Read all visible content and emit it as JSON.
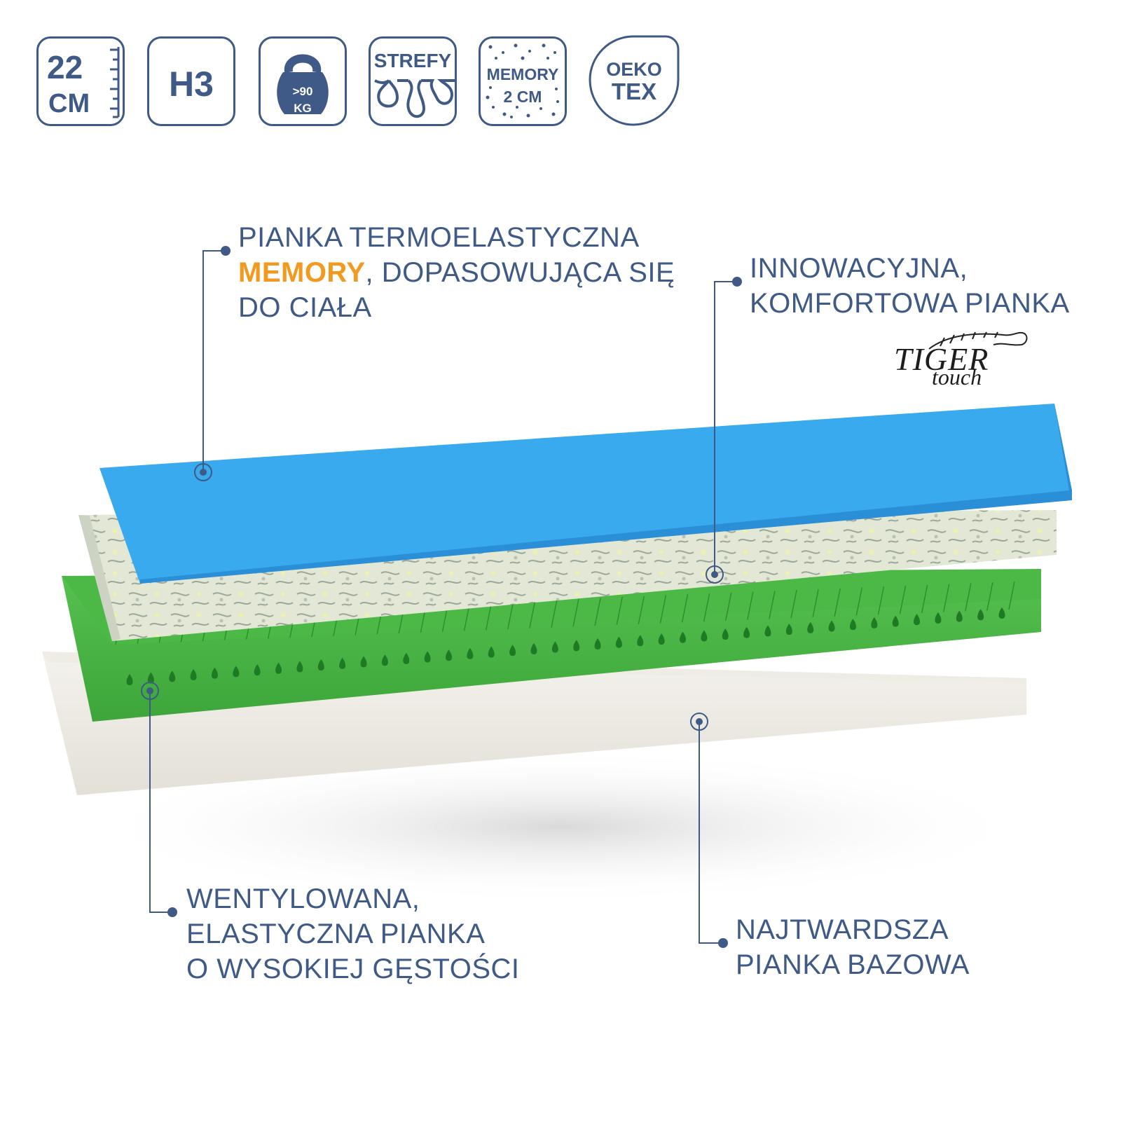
{
  "colors": {
    "text": "#3f5a86",
    "accent": "#f29a1f",
    "memory_layer": "#3aaaee",
    "tiger_layer": "#dfe5d2",
    "ventilated_layer": "#48b545",
    "base_layer": "#eceae4"
  },
  "badges": {
    "height": {
      "value": "22",
      "unit": "CM",
      "icon": "ruler-scale-icon"
    },
    "firmness": {
      "label": "H3"
    },
    "weight": {
      "line1": ">90",
      "line2": "KG",
      "icon": "kettlebell-icon"
    },
    "zones": {
      "label": "STREFY",
      "icon": "zones-drops-icon"
    },
    "memory": {
      "line1": "MEMORY",
      "line2": "2 CM",
      "icon": "dotted-foam-icon"
    },
    "oeko": {
      "line1": "OEKO",
      "line2": "TEX"
    }
  },
  "callouts": {
    "memory_foam": {
      "line1": "PIANKA TERMOELASTYCZNA",
      "accent": "MEMORY",
      "line2_rest": ", DOPASOWUJĄCA SIĘ",
      "line3": "DO CIAŁA"
    },
    "comfort_foam": {
      "line1": "INNOWACYJNA,",
      "line2": "KOMFORTOWA PIANKA"
    },
    "ventilated_foam": {
      "line1": "WENTYLOWANA,",
      "line2": "ELASTYCZNA PIANKA",
      "line3": "O WYSOKIEJ GĘSTOŚCI"
    },
    "base_foam": {
      "line1": "NAJTWARDSZA",
      "line2": "PIANKA BAZOWA"
    }
  },
  "logo": {
    "line1": "TIGER",
    "line2": "touch"
  }
}
